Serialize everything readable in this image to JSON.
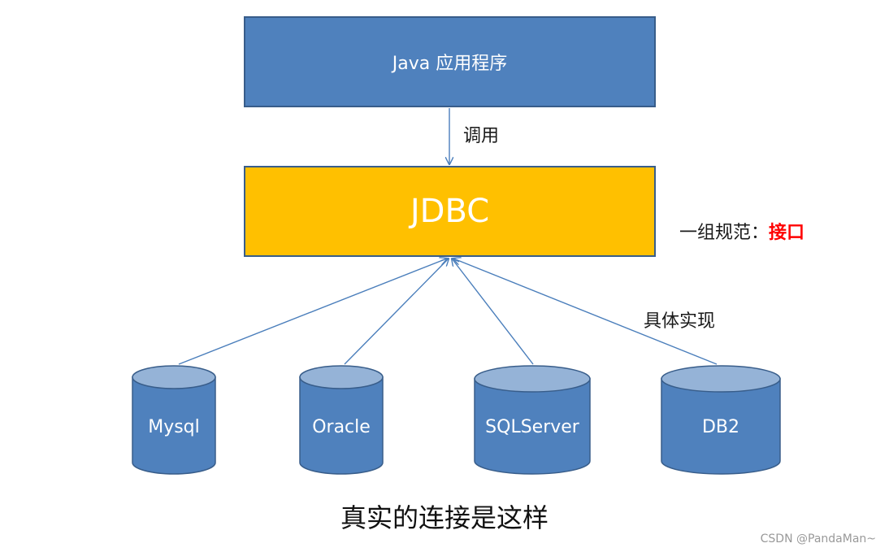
{
  "boxes": {
    "app": "Java 应用程序",
    "jdbc": "JDBC"
  },
  "labels": {
    "call": "调用",
    "spec_prefix": "一组规范：",
    "spec_highlight": "接口",
    "implementation": "具体实现"
  },
  "databases": [
    "Mysql",
    "Oracle",
    "SQLServer",
    "DB2"
  ],
  "caption": "真实的连接是这样",
  "watermark": "CSDN @PandaMan~",
  "colors": {
    "app_box": "#4f81bd",
    "jdbc_box": "#ffc000",
    "cylinder_body": "#4f81bd",
    "cylinder_top": "#95b3d7",
    "highlight": "#ff0000"
  }
}
